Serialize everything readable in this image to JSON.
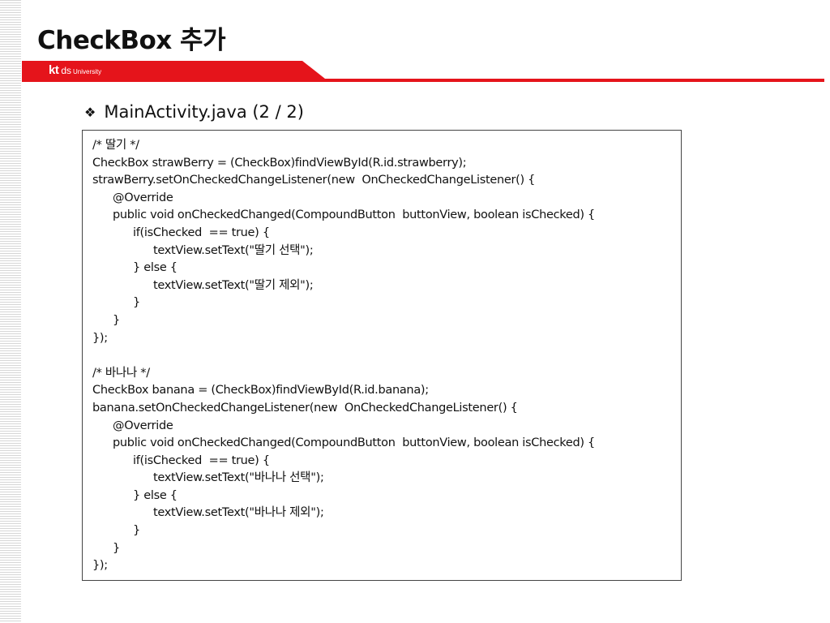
{
  "slide": {
    "title": "CheckBox 추가",
    "logo": {
      "kt": "kt",
      "ds": "ds",
      "university": "University"
    },
    "accent_color": "#e5141b",
    "subtitle": "MainActivity.java (2 / 2)",
    "bullet_icon": "diamond-bullet-icon"
  },
  "code": {
    "lines": [
      {
        "indent": 0,
        "text": "/* 딸기 */"
      },
      {
        "indent": 0,
        "text": "CheckBox strawBerry = (CheckBox)findViewById(R.id.strawberry);"
      },
      {
        "indent": 0,
        "text": "strawBerry.setOnCheckedChangeListener(new  OnCheckedChangeListener() {"
      },
      {
        "indent": 1,
        "text": "@Override"
      },
      {
        "indent": 1,
        "text": "public void onCheckedChanged(CompoundButton  buttonView, boolean isChecked) {"
      },
      {
        "indent": 2,
        "text": "if(isChecked  == true) {"
      },
      {
        "indent": 3,
        "text": "textView.setText(\"딸기 선택\");"
      },
      {
        "indent": 2,
        "text": "} else {"
      },
      {
        "indent": 3,
        "text": "textView.setText(\"딸기 제외\");"
      },
      {
        "indent": 2,
        "text": "}"
      },
      {
        "indent": 1,
        "text": "}"
      },
      {
        "indent": 0,
        "text": "});"
      },
      {
        "indent": 0,
        "text": ""
      },
      {
        "indent": 0,
        "text": "/* 바나나 */"
      },
      {
        "indent": 0,
        "text": "CheckBox banana = (CheckBox)findViewById(R.id.banana);"
      },
      {
        "indent": 0,
        "text": "banana.setOnCheckedChangeListener(new  OnCheckedChangeListener() {"
      },
      {
        "indent": 1,
        "text": "@Override"
      },
      {
        "indent": 1,
        "text": "public void onCheckedChanged(CompoundButton  buttonView, boolean isChecked) {"
      },
      {
        "indent": 2,
        "text": "if(isChecked  == true) {"
      },
      {
        "indent": 3,
        "text": "textView.setText(\"바나나 선택\");"
      },
      {
        "indent": 2,
        "text": "} else {"
      },
      {
        "indent": 3,
        "text": "textView.setText(\"바나나 제외\");"
      },
      {
        "indent": 2,
        "text": "}"
      },
      {
        "indent": 1,
        "text": "}"
      },
      {
        "indent": 0,
        "text": "});"
      }
    ]
  }
}
